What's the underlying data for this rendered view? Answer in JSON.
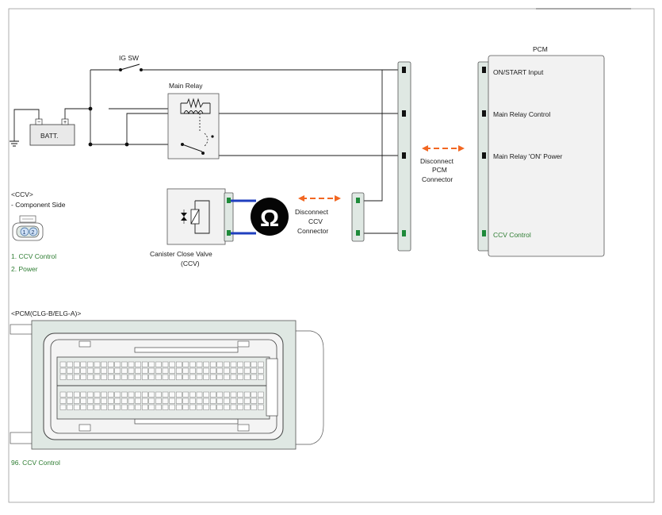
{
  "labels": {
    "ig_sw": "IG SW",
    "main_relay": "Main Relay",
    "batt": "BATT.",
    "pcm": "PCM",
    "pcm_pins": [
      "ON/START Input",
      "Main Relay Control",
      "Main Relay 'ON' Power",
      "CCV Control"
    ],
    "disconnect_pcm": [
      "Disconnect",
      "PCM",
      "Connector"
    ],
    "disconnect_ccv": [
      "Disconnect",
      "CCV",
      "Connector"
    ],
    "ccv_title": [
      "Canister Close Valve",
      "(CCV)"
    ],
    "ccv_header": [
      "<CCV>",
      "- Component Side"
    ],
    "ccv_pins": [
      "1.   CCV Control",
      "2.   Power"
    ],
    "pcm_connector_header": "<PCM(CLG-B/ELG-A)>",
    "pcm_pin_note": "96.    CCV Control",
    "ohm_symbol": "Ω"
  },
  "colors": {
    "arrow": "#f26722",
    "meter_wire": "#1f3fbf",
    "pin_active": "#1e8a3a",
    "connector_fill": "#dfe8e3"
  }
}
